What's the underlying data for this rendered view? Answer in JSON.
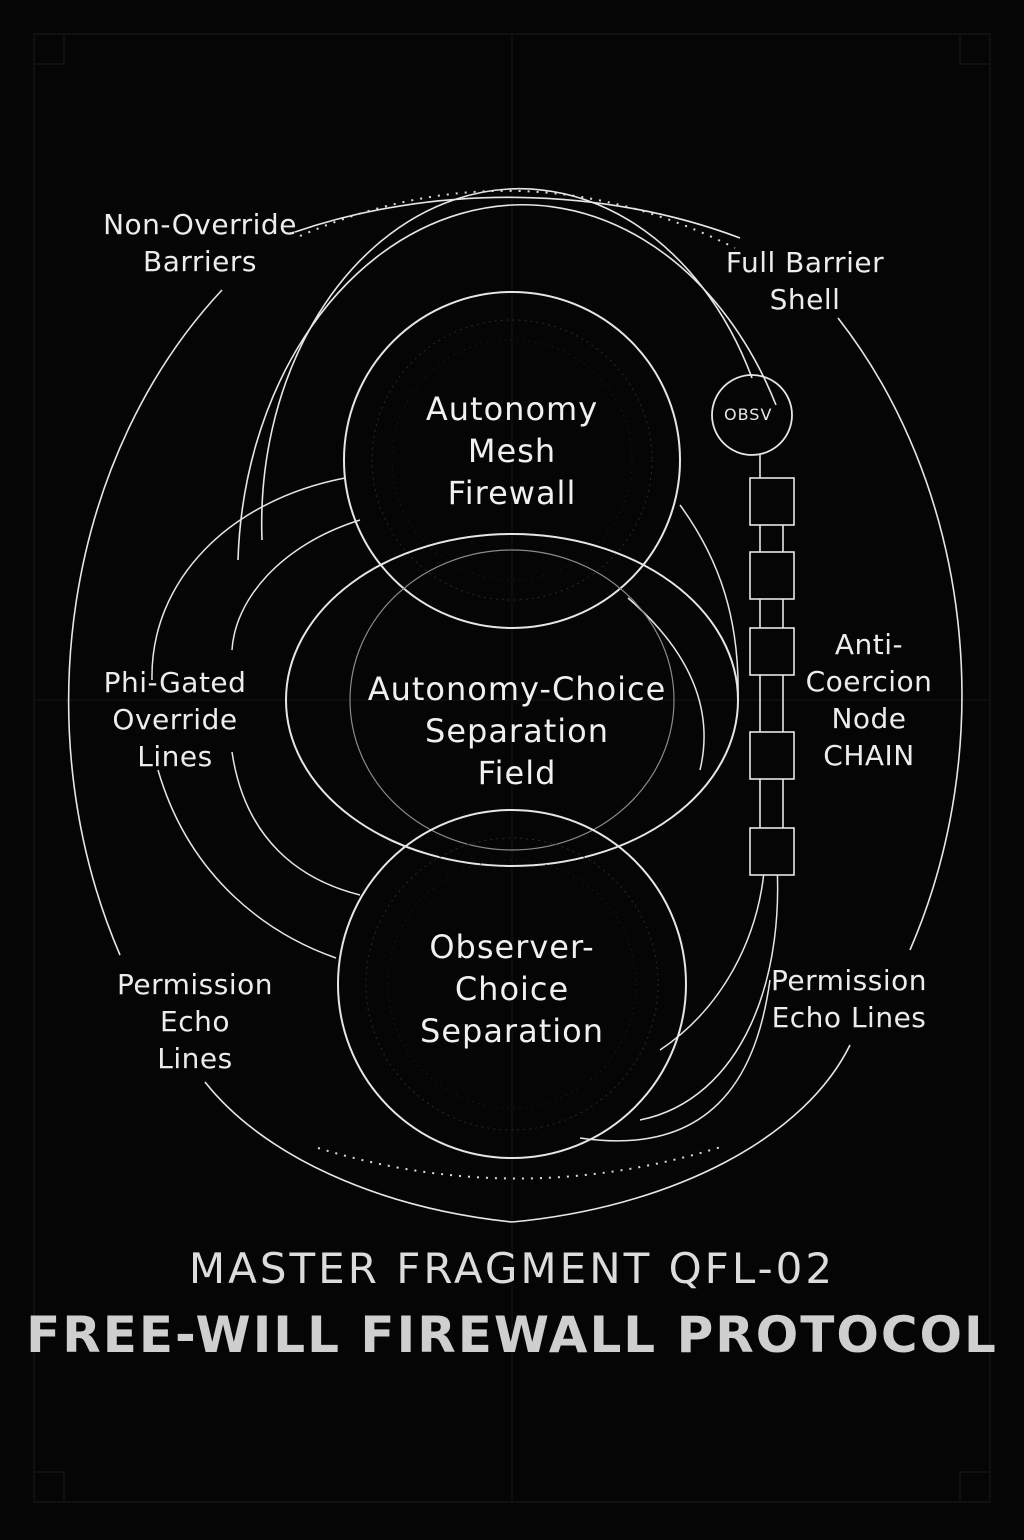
{
  "diagram": {
    "cores": {
      "top": "Autonomy\nMesh\nFirewall",
      "middle": "Autonomy-Choice\nSeparation\nField",
      "bottom": "Observer-\nChoice\nSeparation"
    },
    "labels": {
      "non_override_barriers": "Non-Override\nBarriers",
      "full_barrier_shell": "Full Barrier\nShell",
      "phi_gated_override_lines": "Phi-Gated\nOverride\nLines",
      "anti_coercion_node_chain": "Anti-\nCoercion\nNode\nCHAIN",
      "permission_echo_lines_left": "Permission\nEcho\nLines",
      "permission_echo_lines_right": "Permission\nEcho Lines"
    },
    "observer_node": "OBSV",
    "chain_node_count": 5
  },
  "title": {
    "line1": "MASTER FRAGMENT QFL-02",
    "line2": "FREE-WILL FIREWALL PROTOCOL"
  },
  "colors": {
    "background": "#050505",
    "line": "#e6e6e6",
    "faint": "#2a2a2a"
  }
}
